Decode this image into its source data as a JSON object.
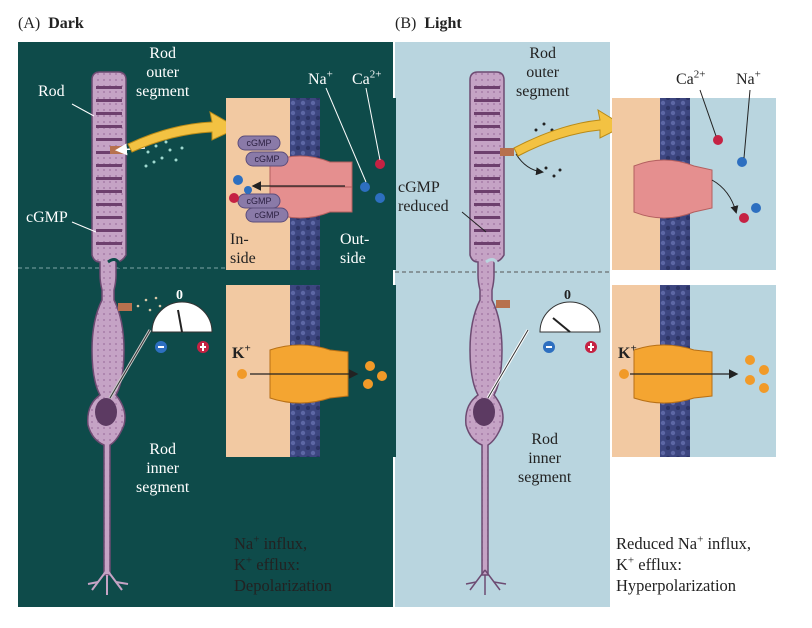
{
  "panels": {
    "dark": {
      "letter": "(A)",
      "title": "Dark",
      "labels": {
        "rod": "Rod",
        "outer_segment": "Rod\nouter\nsegment",
        "cgmp": "cGMP",
        "inner_segment": "Rod\ninner\nsegment",
        "inside": "In-\nside",
        "outside": "Out-\nside",
        "na": "Na",
        "na_charge": "+",
        "ca": "Ca",
        "ca_charge": "2+",
        "k": "K",
        "k_charge": "+",
        "meter_zero": "0",
        "channel_cgmp": [
          "cGMP",
          "cGMP",
          "cGMP",
          "cGMP"
        ]
      },
      "summary": {
        "line1_a": "Na",
        "line1_sup": "+",
        "line1_b": " influx,",
        "line2_a": "K",
        "line2_sup": "+",
        "line2_b": " efflux:",
        "line3": "Depolarization"
      }
    },
    "light": {
      "letter": "(B)",
      "title": "Light",
      "labels": {
        "outer_segment": "Rod\nouter\nsegment",
        "cgmp_reduced": "cGMP\nreduced",
        "inner_segment": "Rod\ninner\nsegment",
        "ca": "Ca",
        "ca_charge": "2+",
        "na": "Na",
        "na_charge": "+",
        "k": "K",
        "k_charge": "+",
        "meter_zero": "0"
      },
      "summary": {
        "line1_a": "Reduced Na",
        "line1_sup": "+",
        "line1_b": " influx,",
        "line2_a": "K",
        "line2_sup": "+",
        "line2_b": " efflux:",
        "line3": "Hyperpolarization"
      }
    }
  },
  "colors": {
    "dark_bg": "#0e4b4a",
    "light_bg": "#b9d5df",
    "inset_inside": "#f2c9a2",
    "inset_outside_dark": "#0e4b4a",
    "inset_outside_light": "#b9d5df",
    "membrane": "#3d4680",
    "rod_fill": "#c5a3c5",
    "rod_stroke": "#6d4b72",
    "disc": "#6d3f6d",
    "cgmp_channel": "#e58f8f",
    "k_channel": "#f4a531",
    "na_ion": "#2d6fc0",
    "ca_ion": "#c52243",
    "k_ion": "#f19a28",
    "arrow": "#f3c242"
  }
}
